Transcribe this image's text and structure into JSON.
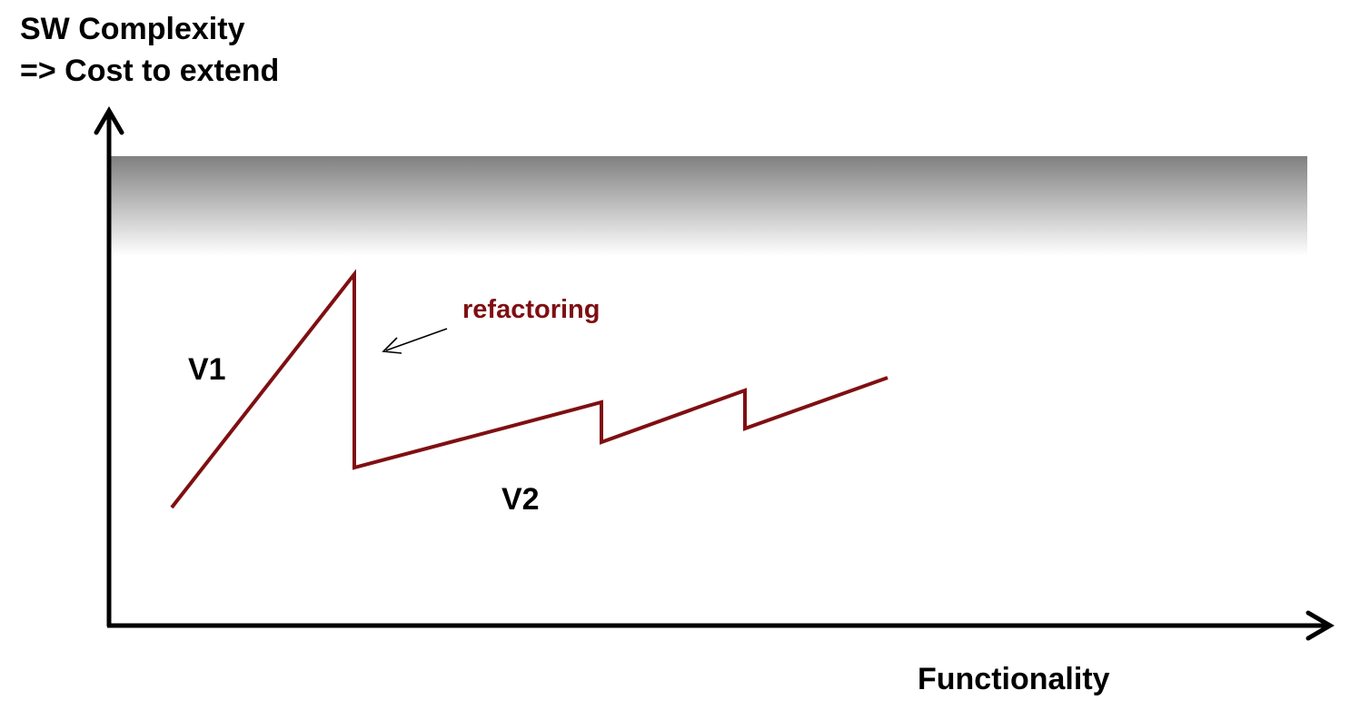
{
  "diagram": {
    "y_axis_label_line1": "SW Complexity",
    "y_axis_label_line2": "=> Cost to extend",
    "x_axis_label": "Functionality",
    "phase_labels": {
      "v1": "V1",
      "v2": "V2"
    },
    "annotation": "refactoring",
    "colors": {
      "curve": "#7f0f12",
      "annotation": "#7f0f12",
      "axes": "#000000",
      "ceiling_band_top": "#808080",
      "ceiling_band_bottom": "#ffffff"
    }
  }
}
